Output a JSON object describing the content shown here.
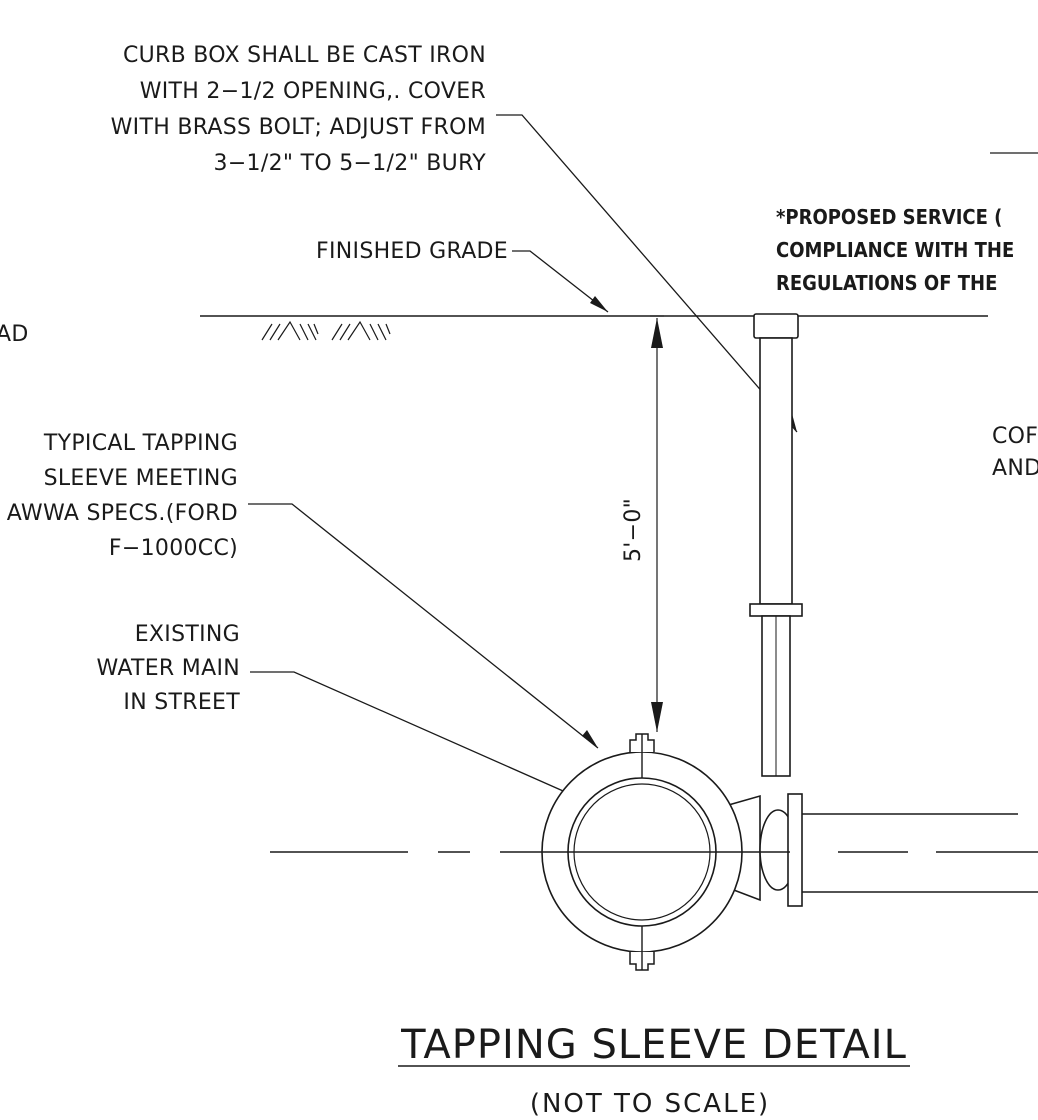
{
  "curb_box_note": [
    "CURB BOX SHALL BE CAST IRON",
    "WITH 2−1/2 OPENING,. COVER",
    "WITH BRASS BOLT; ADJUST FROM",
    "3−1/2\" TO 5−1/2\" BURY"
  ],
  "finished_grade_label": "FINISHED GRADE",
  "service_note": [
    "*PROPOSED SERVICE (",
    "COMPLIANCE WITH THE",
    "REGULATIONS OF THE"
  ],
  "left_cut_text": "AD",
  "tapping_sleeve_note": [
    "TYPICAL TAPPING",
    "SLEEVE MEETING",
    "AWWA SPECS.(FORD",
    "F−1000CC)"
  ],
  "water_main_note": [
    "EXISTING",
    "WATER MAIN",
    "IN STREET"
  ],
  "right_cut_note": [
    "COF",
    "AND"
  ],
  "depth_dimension": "5'−0\"",
  "detail_title": "TAPPING SLEEVE DETAIL",
  "detail_subtitle": "(NOT TO SCALE)"
}
